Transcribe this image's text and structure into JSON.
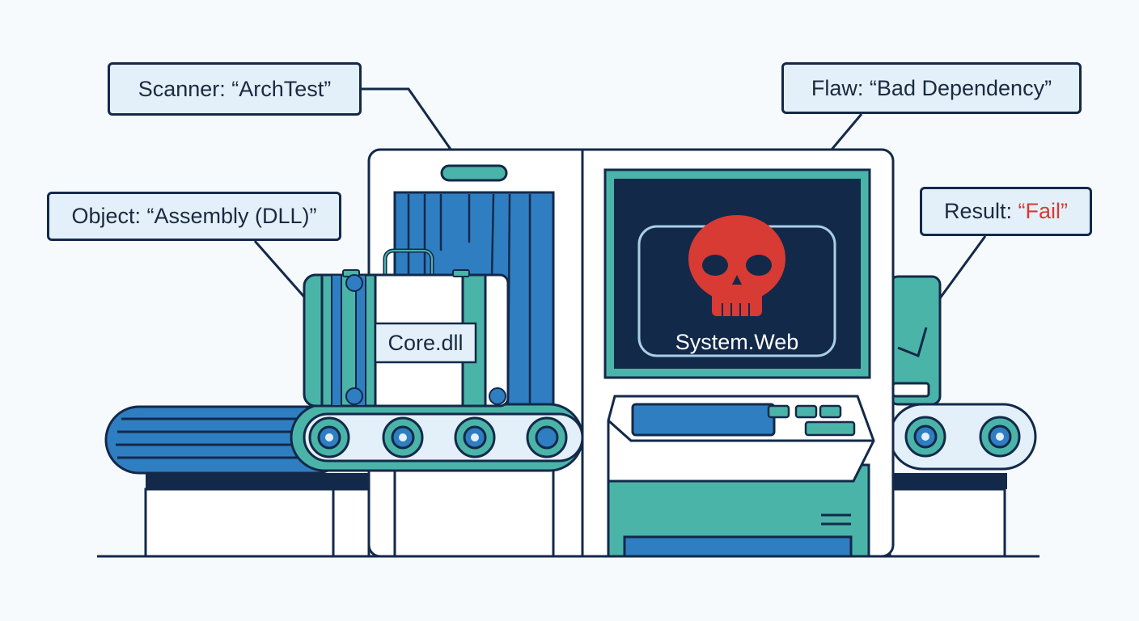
{
  "callouts": {
    "scanner": "Scanner: “ArchTest”",
    "flaw": "Flaw: “Bad Dependency”",
    "object": "Object: “Assembly (DLL)”",
    "result_label": "Result: ",
    "result_value": "“Fail”"
  },
  "suitcase_label": "Core.dll",
  "monitor_label": "System.Web",
  "icons": [
    "skull-icon",
    "suitcase-icon",
    "curtain-icon"
  ],
  "colors": {
    "navy": "#13294a",
    "teal": "#4bb4a8",
    "blue": "#2f7ec2",
    "fail_red": "#d83a34",
    "light_blue": "#e3f0f9"
  }
}
